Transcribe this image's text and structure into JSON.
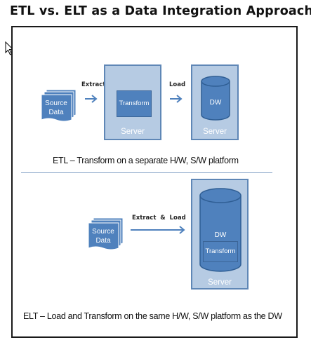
{
  "page_title": "ETL vs. ELT as a Data Integration Approach",
  "etl": {
    "source_label_line1": "Source",
    "source_label_line2": "Data",
    "extract_label": "Extract",
    "transform_label": "Transform",
    "server1_label": "Server",
    "load_label": "Load",
    "dw_label": "DW",
    "server2_label": "Server",
    "caption": "ETL – Transform on a separate H/W, S/W platform"
  },
  "elt": {
    "source_label_line1": "Source",
    "source_label_line2": "Data",
    "extract_load_label": "Extract  &  Load",
    "dw_label": "DW",
    "transform_label": "Transform",
    "server_label": "Server",
    "caption": "ELT –  Load and Transform on the same H/W, S/W platform as the DW"
  },
  "colors": {
    "server_fill": "#b6cbe3",
    "server_border": "#5f87b6",
    "primary_blue": "#4f81bd",
    "arrow_blue": "#4f81bd"
  },
  "icons": [
    "mouse-pointer-icon",
    "document-stack-icon",
    "arrow-right-icon",
    "database-cylinder-icon"
  ]
}
